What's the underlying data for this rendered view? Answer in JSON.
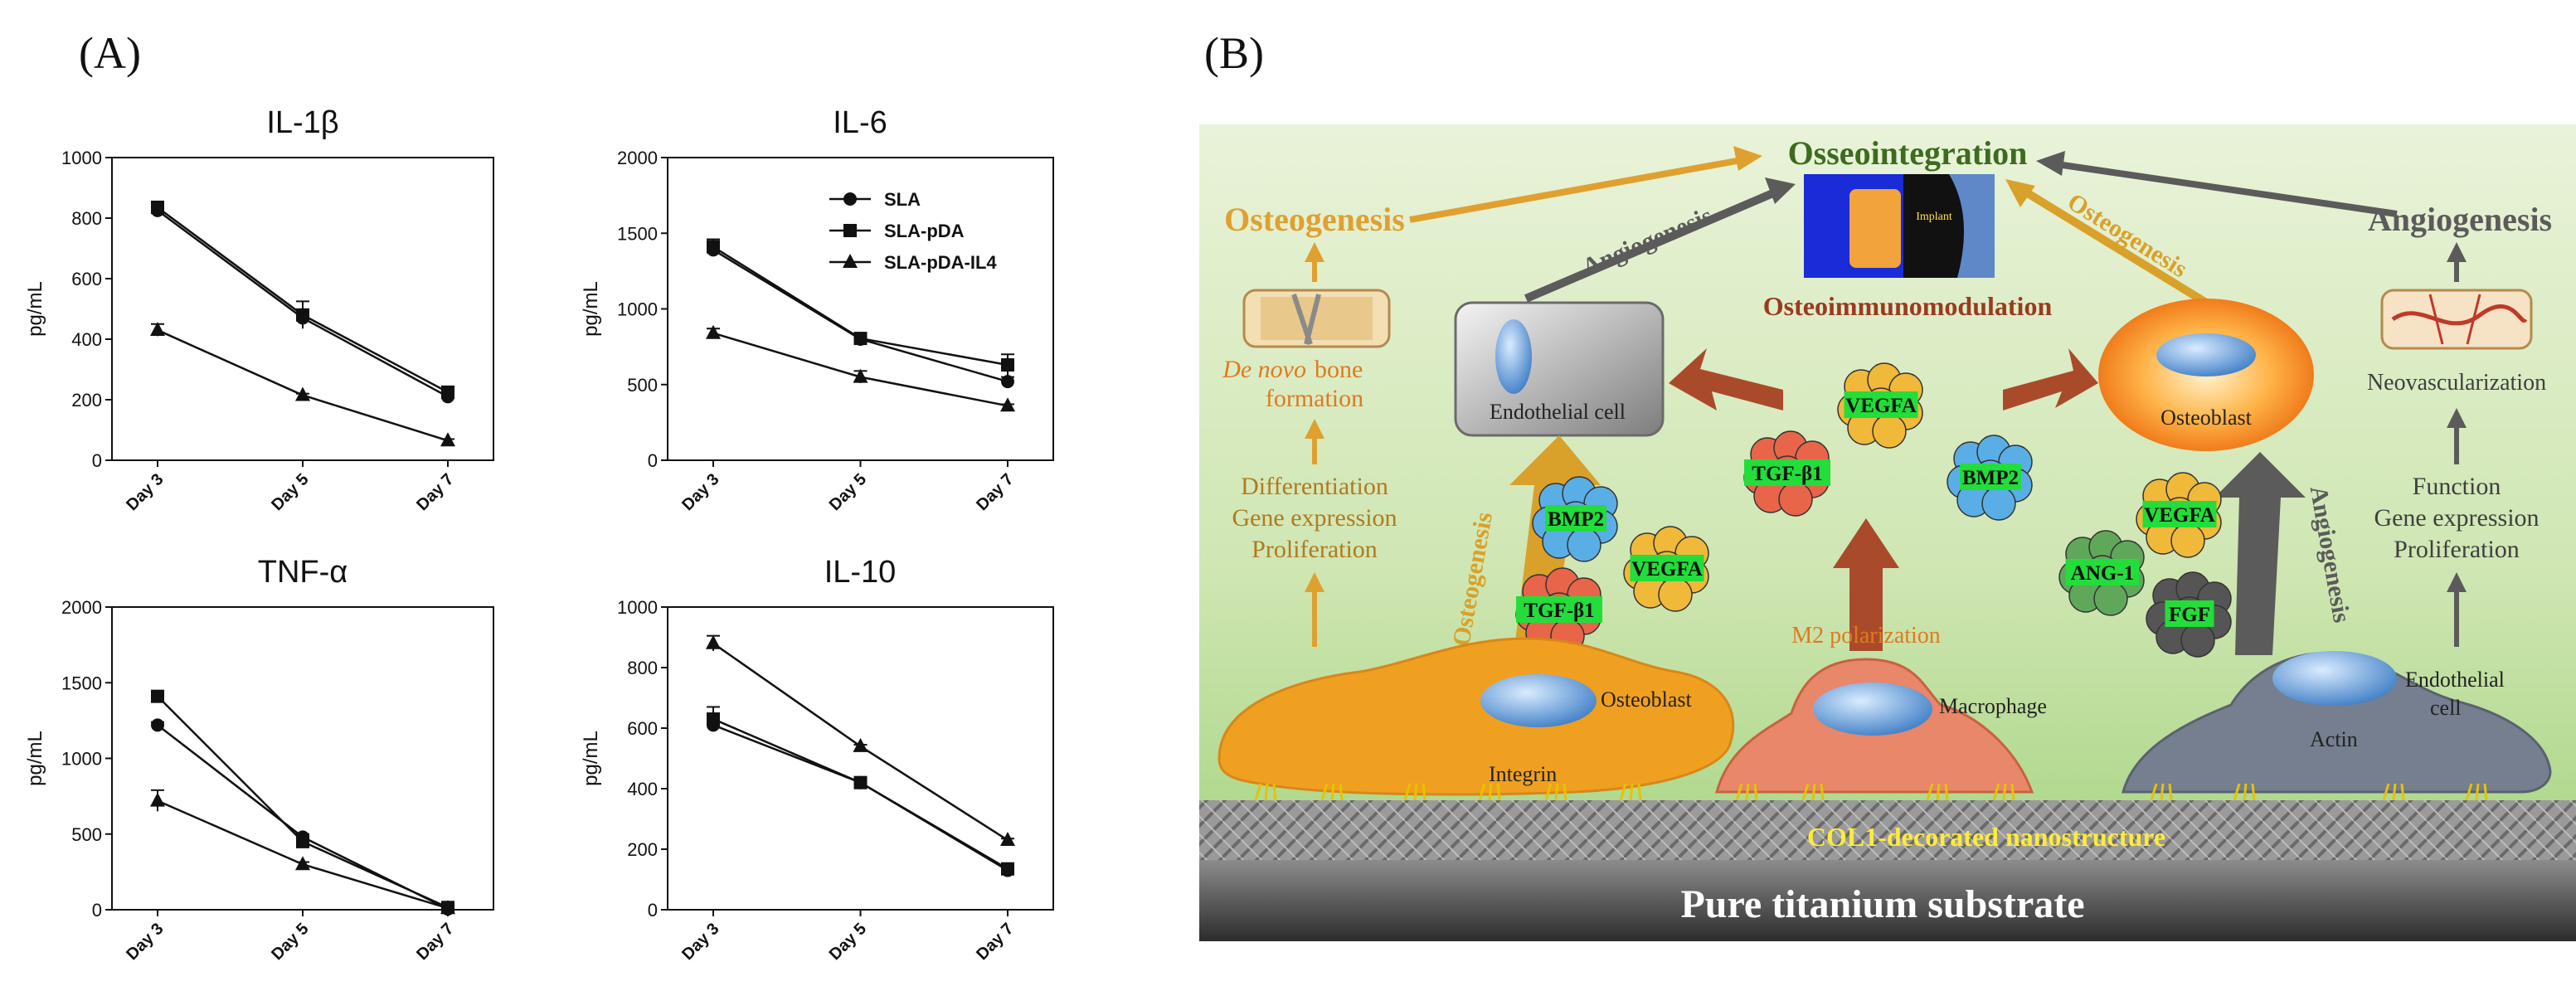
{
  "panel_labels": {
    "a": "(A)",
    "b": "(B)"
  },
  "colors": {
    "series": "#111111",
    "axis": "#111111"
  },
  "chart_data": [
    {
      "type": "line",
      "title": "IL-1β",
      "ylabel": "pg/mL",
      "categories": [
        "Day 3",
        "Day 5",
        "Day 7"
      ],
      "ylim": [
        0,
        1000
      ],
      "yticks": [
        "0",
        "200",
        "400",
        "600",
        "800",
        "1000"
      ],
      "series": [
        {
          "name": "SLA",
          "marker": "circle",
          "values": [
            825,
            470,
            210
          ],
          "errors": [
            20,
            25,
            15
          ]
        },
        {
          "name": "SLA-pDA",
          "marker": "square",
          "values": [
            835,
            480,
            225
          ],
          "errors": [
            20,
            45,
            15
          ]
        },
        {
          "name": "SLA-pDA-IL4",
          "marker": "triangle",
          "values": [
            430,
            215,
            65
          ],
          "errors": [
            20,
            5,
            5
          ]
        }
      ]
    },
    {
      "type": "line",
      "title": "IL-6",
      "ylabel": "pg/mL",
      "categories": [
        "Day 3",
        "Day 5",
        "Day 7"
      ],
      "ylim": [
        0,
        2000
      ],
      "yticks": [
        "0",
        "500",
        "1000",
        "1500",
        "2000"
      ],
      "legend": {
        "placement": "top-right",
        "entries": [
          "SLA",
          "SLA-pDA",
          "SLA-pDA-IL4"
        ]
      },
      "series": [
        {
          "name": "SLA",
          "marker": "circle",
          "values": [
            1390,
            800,
            520
          ],
          "errors": [
            40,
            30,
            30
          ]
        },
        {
          "name": "SLA-pDA",
          "marker": "square",
          "values": [
            1410,
            805,
            630
          ],
          "errors": [
            50,
            30,
            70
          ]
        },
        {
          "name": "SLA-pDA-IL4",
          "marker": "triangle",
          "values": [
            840,
            550,
            360
          ],
          "errors": [
            30,
            40,
            10
          ]
        }
      ]
    },
    {
      "type": "line",
      "title": "TNF-α",
      "ylabel": "pg/mL",
      "categories": [
        "Day 3",
        "Day 5",
        "Day 7"
      ],
      "ylim": [
        0,
        2000
      ],
      "yticks": [
        "0",
        "500",
        "1000",
        "1500",
        "2000"
      ],
      "series": [
        {
          "name": "SLA",
          "marker": "circle",
          "values": [
            1220,
            480,
            5
          ],
          "errors": [
            20,
            20,
            5
          ]
        },
        {
          "name": "SLA-pDA",
          "marker": "square",
          "values": [
            1410,
            450,
            15
          ],
          "errors": [
            20,
            20,
            20
          ]
        },
        {
          "name": "SLA-pDA-IL4",
          "marker": "triangle",
          "values": [
            720,
            300,
            10
          ],
          "errors": [
            70,
            15,
            5
          ]
        }
      ]
    },
    {
      "type": "line",
      "title": "IL-10",
      "ylabel": "pg/mL",
      "categories": [
        "Day 3",
        "Day 5",
        "Day 7"
      ],
      "ylim": [
        0,
        1000
      ],
      "yticks": [
        "0",
        "200",
        "400",
        "600",
        "800",
        "1000"
      ],
      "series": [
        {
          "name": "SLA",
          "marker": "circle",
          "values": [
            610,
            420,
            130
          ],
          "errors": [
            15,
            10,
            5
          ]
        },
        {
          "name": "SLA-pDA",
          "marker": "square",
          "values": [
            630,
            420,
            135
          ],
          "errors": [
            40,
            15,
            10
          ]
        },
        {
          "name": "SLA-pDA-IL4",
          "marker": "triangle",
          "values": [
            880,
            540,
            230
          ],
          "errors": [
            25,
            5,
            5
          ]
        }
      ]
    }
  ],
  "diagram": {
    "title": "Osseointegration",
    "center_label": "Osteoimmunomodulation",
    "implant_label": "Implant",
    "left": {
      "outcome": "Osteogenesis",
      "bone_label_italic": "De novo",
      "bone_label_rest": "bone",
      "bone_label_line2": "formation",
      "steps": [
        "Differentiation",
        "Gene expression",
        "Proliferation"
      ],
      "cell": "Osteoblast",
      "adhesion": "Integrin",
      "arrow_label": "Osteogenesis"
    },
    "center": {
      "target_cell": "Endothelial cell",
      "target_arrow": "Angiogenesis",
      "cell": "Macrophage",
      "polarization": "M2 polarization",
      "factors": [
        "VEGFA",
        "TGF-β1",
        "BMP2"
      ]
    },
    "left_factors": [
      "BMP2",
      "VEGFA",
      "TGF-β1"
    ],
    "right": {
      "outcome": "Angiogenesis",
      "vessel_label": "Neovascularization",
      "steps": [
        "Function",
        "Gene expression",
        "Proliferation"
      ],
      "target_cell": "Osteoblast",
      "target_arrow": "Osteogenesis",
      "cell_line1": "Endothelial",
      "cell_line2": "cell",
      "adhesion": "Actin",
      "arrow_label": "Angiogenesis",
      "factors": [
        "VEGFA",
        "ANG-1",
        "FGF"
      ]
    },
    "nanostructure": "COL1-decorated nanostructure",
    "substrate": "Pure titanium substrate"
  }
}
